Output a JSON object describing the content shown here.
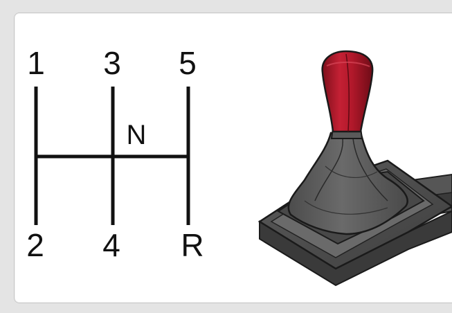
{
  "diagram": {
    "gears": {
      "top": [
        "1",
        "3",
        "5"
      ],
      "bottom": [
        "2",
        "4",
        "R"
      ],
      "neutral": "N"
    },
    "colors": {
      "knob": "#b0182a",
      "boot": "#5a5a5a",
      "base": "#4a4a4a",
      "lines": "#111111",
      "panel": "#ffffff",
      "background": "#e4e4e4"
    },
    "icons": [
      "gear-shift-pattern",
      "gear-lever-icon"
    ]
  }
}
